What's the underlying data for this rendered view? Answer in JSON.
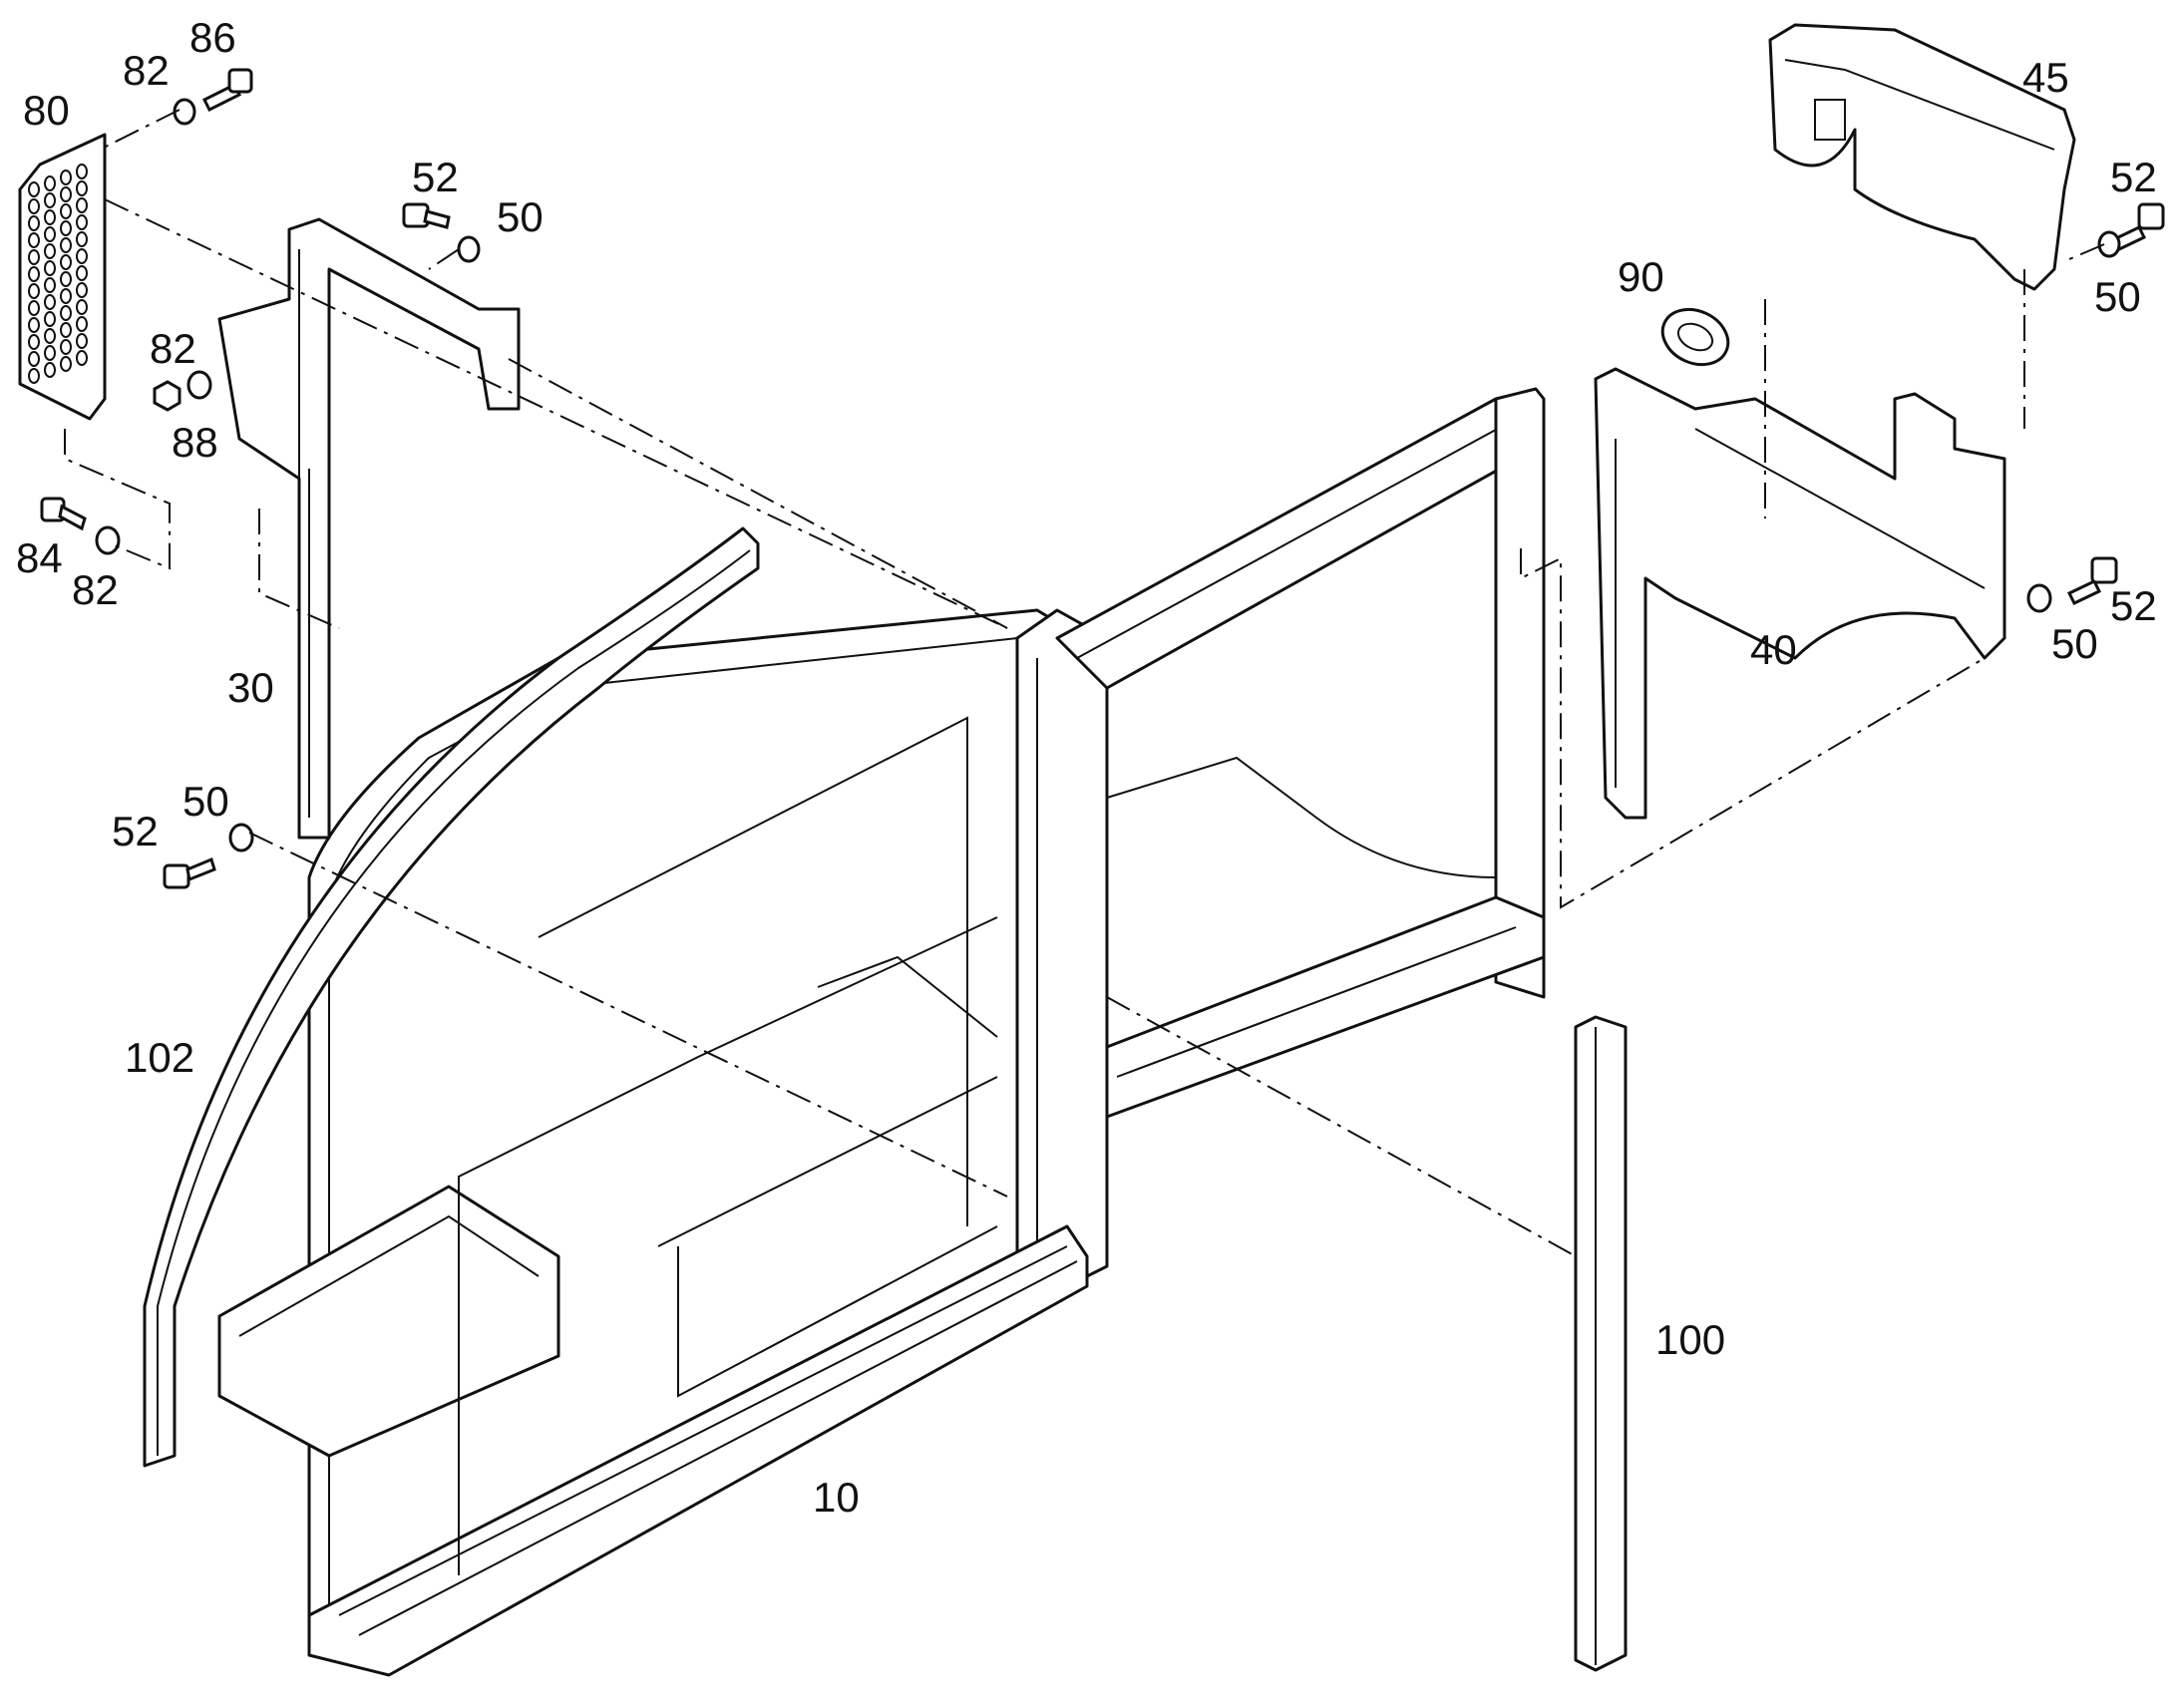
{
  "diagram": {
    "type": "exploded-parts-view",
    "colors": {
      "line": "#111111",
      "background": "#ffffff"
    },
    "callouts": [
      {
        "id": "c86a",
        "text": "86"
      },
      {
        "id": "c82a",
        "text": "82"
      },
      {
        "id": "c80",
        "text": "80"
      },
      {
        "id": "c52a",
        "text": "52"
      },
      {
        "id": "c50a",
        "text": "50"
      },
      {
        "id": "c82b",
        "text": "82"
      },
      {
        "id": "c88",
        "text": "88"
      },
      {
        "id": "c84",
        "text": "84"
      },
      {
        "id": "c82c",
        "text": "82"
      },
      {
        "id": "c30",
        "text": "30"
      },
      {
        "id": "c50b",
        "text": "50"
      },
      {
        "id": "c52b",
        "text": "52"
      },
      {
        "id": "c102",
        "text": "102"
      },
      {
        "id": "c10",
        "text": "10"
      },
      {
        "id": "c45",
        "text": "45"
      },
      {
        "id": "c52c",
        "text": "52"
      },
      {
        "id": "c50c",
        "text": "50"
      },
      {
        "id": "c90",
        "text": "90"
      },
      {
        "id": "c40",
        "text": "40"
      },
      {
        "id": "c50d",
        "text": "50"
      },
      {
        "id": "c52d",
        "text": "52"
      },
      {
        "id": "c100",
        "text": "100"
      }
    ]
  }
}
